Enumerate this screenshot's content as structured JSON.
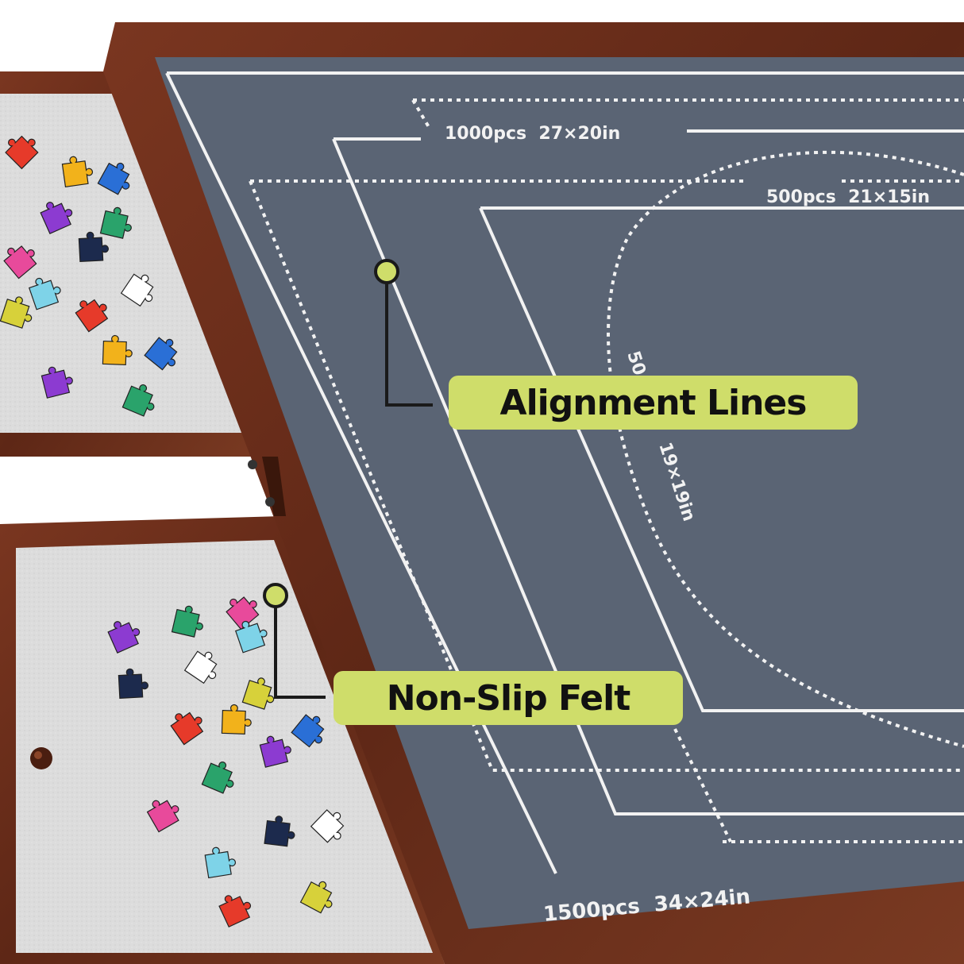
{
  "image": {
    "description_alt": "Wooden puzzle table with grey felt top and two pull-out drawers holding puzzle pieces"
  },
  "mat_markings": {
    "size_1000": "1000pcs  27×20in",
    "size_500": "500pcs  21×15in",
    "size_round_prefix": "50",
    "size_round": "19×19in",
    "size_1500": "1500pcs  34×24in"
  },
  "callouts": {
    "alignment": "Alignment Lines",
    "felt": "Non-Slip Felt"
  },
  "colors": {
    "felt_dark": "#5a6474",
    "felt_light": "#d4d4d4",
    "wood": "#6a2f1c",
    "wood_light": "#8a4428",
    "line_white": "#f2f2f2",
    "accent": "#cfdd6a",
    "pin_outline": "#1a1a1a"
  },
  "puzzle_piece_colors": [
    "#e63a2a",
    "#f2b21b",
    "#2a6fd6",
    "#8c3bd1",
    "#2aa36b",
    "#e84a9b",
    "#1c2a4d",
    "#ffffff",
    "#7ed3e8",
    "#d7d13a"
  ]
}
